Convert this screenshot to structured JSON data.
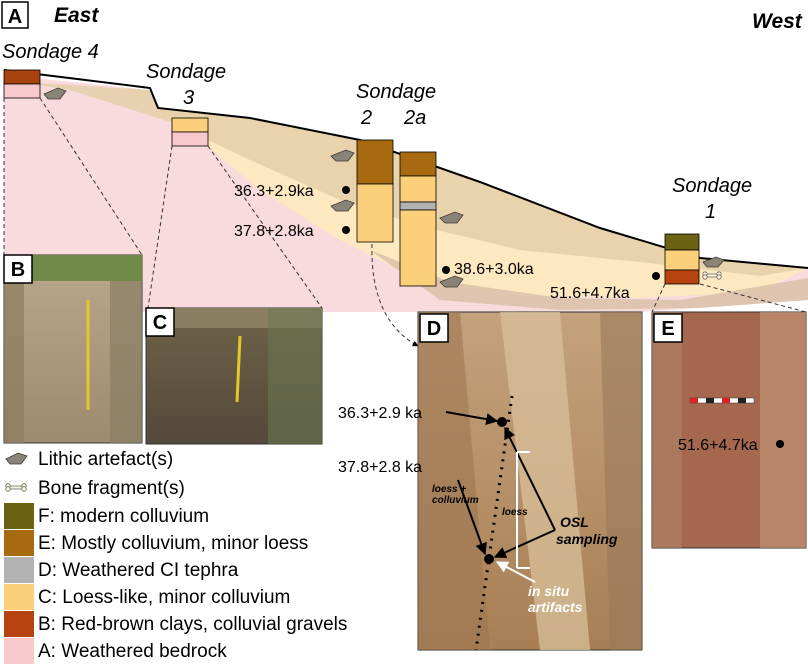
{
  "panel_letters": {
    "a": "A",
    "b": "B",
    "c": "C",
    "d": "D",
    "e": "E"
  },
  "orientation": {
    "east": "East",
    "west": "West"
  },
  "sondages": {
    "s4": "Sondage 4",
    "s3_line1": "Sondage",
    "s3_line2": "3",
    "s2_line1": "Sondage",
    "s2_line2a": "2",
    "s2_line2b": "2a",
    "s1_line1": "Sondage",
    "s1_line2": "1"
  },
  "ages_profile": {
    "a1": "36.3+2.9ka",
    "a2": "37.8+2.8ka",
    "a3": "38.6+3.0ka",
    "a4": "51.6+4.7ka"
  },
  "photo_d": {
    "age_upper": "36.3+2.9 ka",
    "age_lower": "37.8+2.8 ka",
    "label_loess_colluvium_1": "loess +",
    "label_loess_colluvium_2": "colluvium",
    "label_loess": "loess",
    "label_osl_1": "OSL",
    "label_osl_2": "sampling",
    "label_insitu_1": "in situ",
    "label_insitu_2": "artifacts"
  },
  "photo_e": {
    "age": "51.6+4.7ka"
  },
  "legend": {
    "lithic": "Lithic artefact(s)",
    "bone": "Bone fragment(s)",
    "units": [
      {
        "label": "F: modern colluvium",
        "color": "#6b6213"
      },
      {
        "label": "E: Mostly colluvium, minor loess",
        "color": "#a86a10"
      },
      {
        "label": "D: Weathered CI tephra",
        "color": "#b2b2b2"
      },
      {
        "label": "C: Loess-like, minor colluvium",
        "color": "#fcd07a"
      },
      {
        "label": "B: Red-brown clays, colluvial gravels",
        "color": "#b5420f"
      },
      {
        "label": "A: Weathered bedrock",
        "color": "#f8c8cc"
      }
    ]
  },
  "colors": {
    "bedrock_fill": "#f9dadd",
    "loess_fill": "#fde8bf",
    "colluvium_fill": "#e5cfa8",
    "clay_fill": "#dcc2aa",
    "photo_soil": "#b08a62",
    "photo_e_soil": "#a5684f"
  }
}
